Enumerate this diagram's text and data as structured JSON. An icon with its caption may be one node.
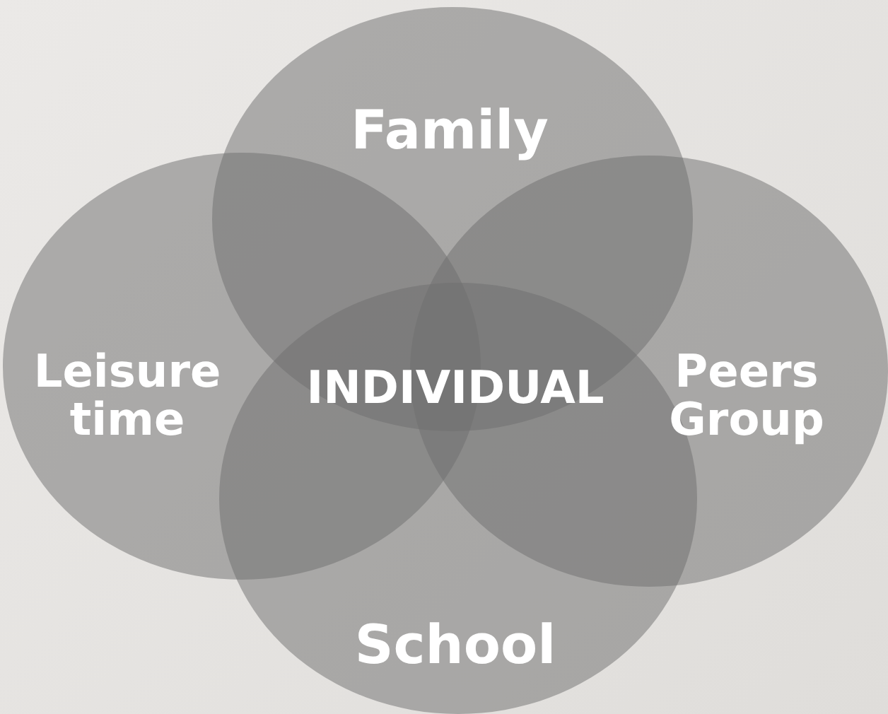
{
  "diagram": {
    "nodes": [
      {
        "text": [
          "Family"
        ]
      },
      {
        "text": [
          "Leisure time"
        ]
      },
      {
        "text": [
          "Peers Group"
        ]
      },
      {
        "text": [
          "School"
        ]
      }
    ],
    "labels": [
      "INDIVIDUAL"
    ]
  }
}
